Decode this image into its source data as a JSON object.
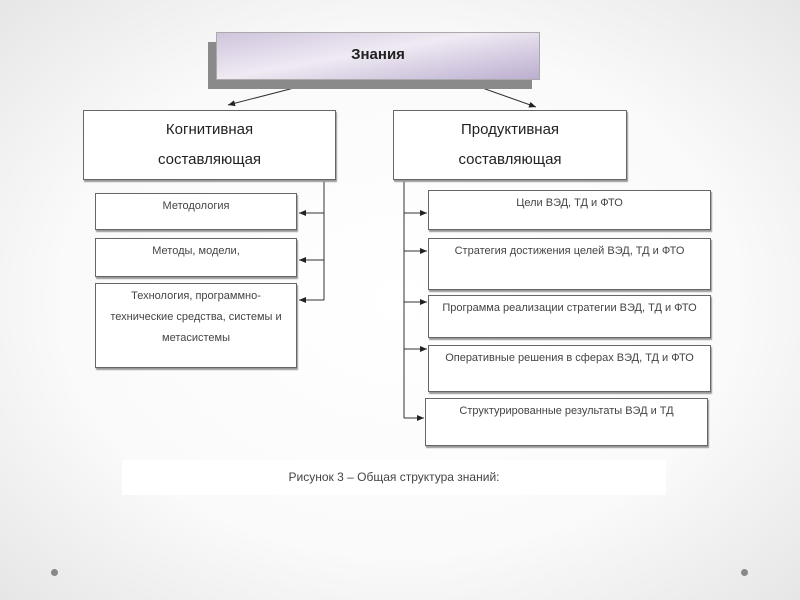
{
  "root": "Знания",
  "branches": [
    {
      "title": "Когнитивная составляющая",
      "items": [
        "Методология",
        "Методы, модели,",
        "Технология, программно-технические средства, системы и метасистемы"
      ]
    },
    {
      "title": "Продуктивная составляющая",
      "items": [
        "Цели ВЭД, ТД и ФТО",
        "Стратегия достижения целей ВЭД, ТД и ФТО",
        "Программа реализации стратегии ВЭД, ТД и ФТО",
        "Оперативные решения в сферах ВЭД, ТД и ФТО",
        "Структурированные результаты ВЭД и ТД"
      ]
    }
  ],
  "caption": "Рисунок 3 – Общая структура знаний:"
}
